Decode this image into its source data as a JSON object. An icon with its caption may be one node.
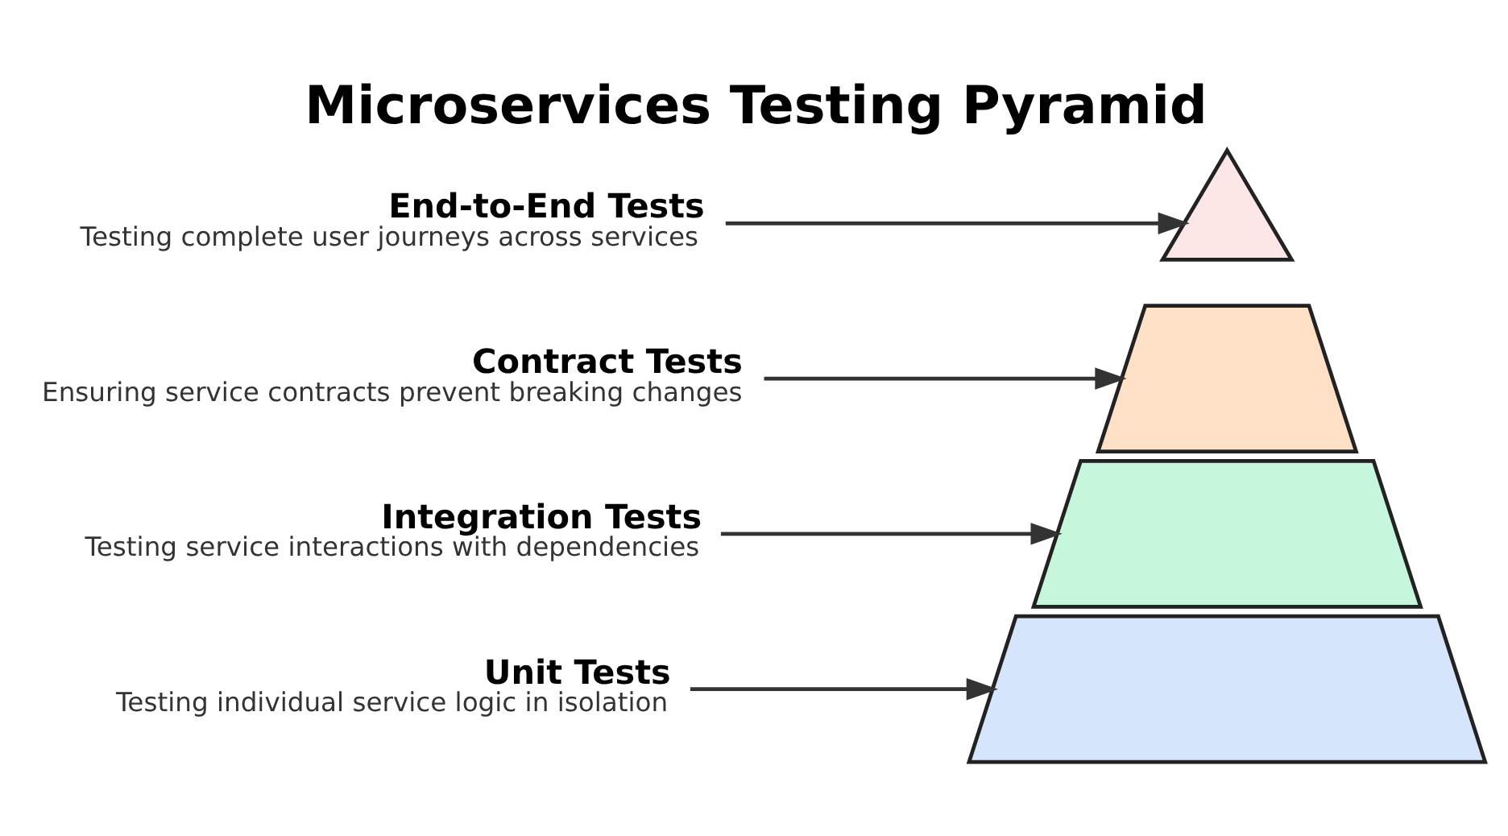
{
  "diagram": {
    "title": "Microservices Testing Pyramid",
    "nodes": [
      {
        "text": [
          "End-to-End Tests",
          "Testing complete user journeys across services"
        ]
      },
      {
        "text": [
          "Contract Tests",
          "Ensuring service contracts prevent breaking changes"
        ]
      },
      {
        "text": [
          "Integration Tests",
          "Testing service interactions with dependencies"
        ]
      },
      {
        "text": [
          "Unit Tests",
          "Testing individual service logic in isolation"
        ]
      },
      {
        "text": [],
        "shape": "triangle"
      },
      {
        "text": [],
        "shape": "trapezoid"
      },
      {
        "text": [],
        "shape": "trapezoid"
      },
      {
        "text": [],
        "shape": "trapezoid"
      }
    ],
    "edges": [
      {
        "from": 0,
        "to": 4,
        "arrow": "to"
      },
      {
        "from": 1,
        "to": 5,
        "arrow": "to"
      },
      {
        "from": 2,
        "to": 6,
        "arrow": "to"
      },
      {
        "from": 3,
        "to": 7,
        "arrow": "to"
      }
    ]
  }
}
